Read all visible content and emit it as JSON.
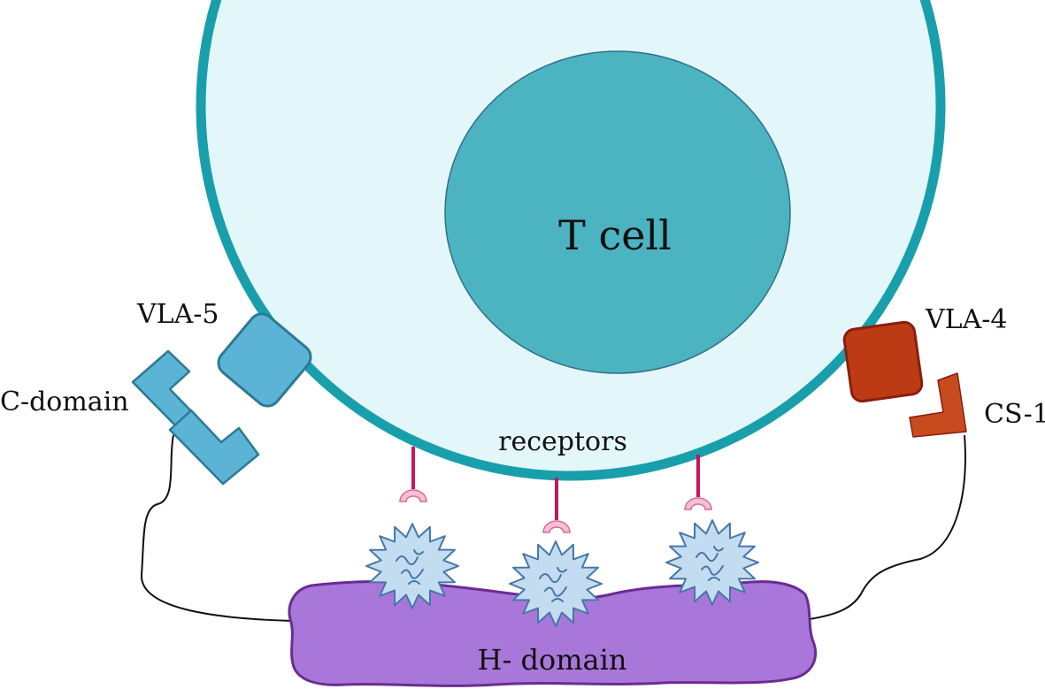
{
  "labels": {
    "cell": "T cell",
    "vla5": "VLA-5",
    "cdomain": "C-domain",
    "vla4": "VLA-4",
    "cs1": "CS-1",
    "receptors": "receptors",
    "hdomain": "H- domain"
  },
  "colors": {
    "cell_fill": "#e3f7fa",
    "cell_stroke": "#199fac",
    "nucleus_fill": "#4cb3c0",
    "nucleus_stroke": "#2f6f8c",
    "vla5_fill": "#5bb4d6",
    "vla5_stroke": "#2d7993",
    "vla4_fill": "#bc3b14",
    "vla4_stroke": "#8a1d10",
    "cs1_fill": "#c84a1f",
    "receptor_stem": "#c2185b",
    "receptor_cup_fill": "#f7bfd3",
    "receptor_cup_stroke": "#d66a98",
    "ligand_fill": "#c4dcf0",
    "ligand_stroke": "#4577a8",
    "hdomain_fill": "#a977d9",
    "hdomain_stroke": "#6a2c93",
    "linker": "#111111"
  },
  "icons": {
    "receptor": "receptor-icon",
    "ligand": "spiky-ligand-icon"
  }
}
